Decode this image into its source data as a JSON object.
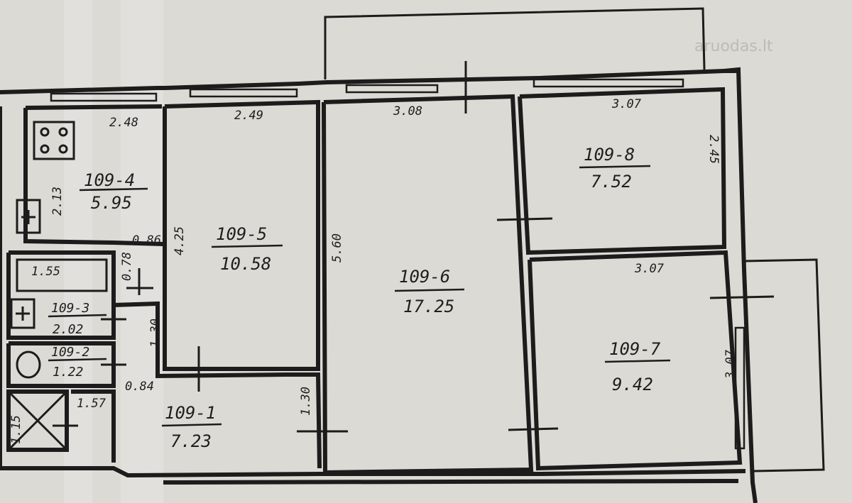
{
  "watermark": "aruodas.lt",
  "rooms": [
    {
      "id": "109-4",
      "area": "5.95"
    },
    {
      "id": "109-5",
      "area": "10.58"
    },
    {
      "id": "109-6",
      "area": "17.25"
    },
    {
      "id": "109-8",
      "area": "7.52"
    },
    {
      "id": "109-7",
      "area": "9.42"
    },
    {
      "id": "109-3",
      "area": "2.02"
    },
    {
      "id": "109-2",
      "area": "1.22"
    },
    {
      "id": "109-1",
      "area": "7.23"
    }
  ],
  "dimensions": [
    "2.48",
    "2.49",
    "3.08",
    "3.07",
    "2.13",
    "4.25",
    "5.60",
    "2.45",
    "0.86",
    "0.78",
    "1.55",
    "3.07",
    "1.30",
    "3.07",
    "0.84",
    "1.57",
    "1.15",
    "1.30"
  ]
}
